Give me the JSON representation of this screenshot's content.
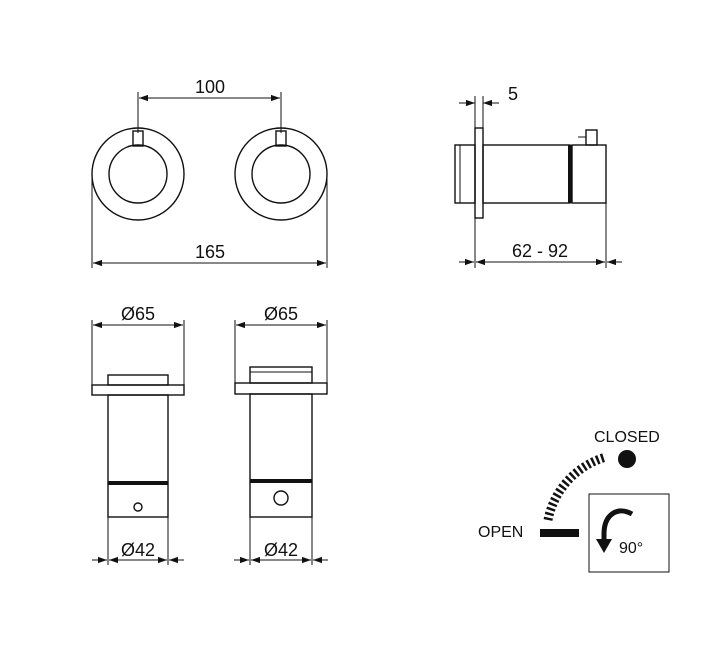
{
  "dimensions": {
    "center_distance": "100",
    "overall_width": "165",
    "flange_thickness": "5",
    "depth_range": "62 - 92",
    "left_flange_diameter": "Ø65",
    "right_flange_diameter": "Ø65",
    "left_body_diameter": "Ø42",
    "right_body_diameter": "Ø42"
  },
  "legend": {
    "closed_label": "CLOSED",
    "open_label": "OPEN",
    "rotation_label": "90°"
  }
}
